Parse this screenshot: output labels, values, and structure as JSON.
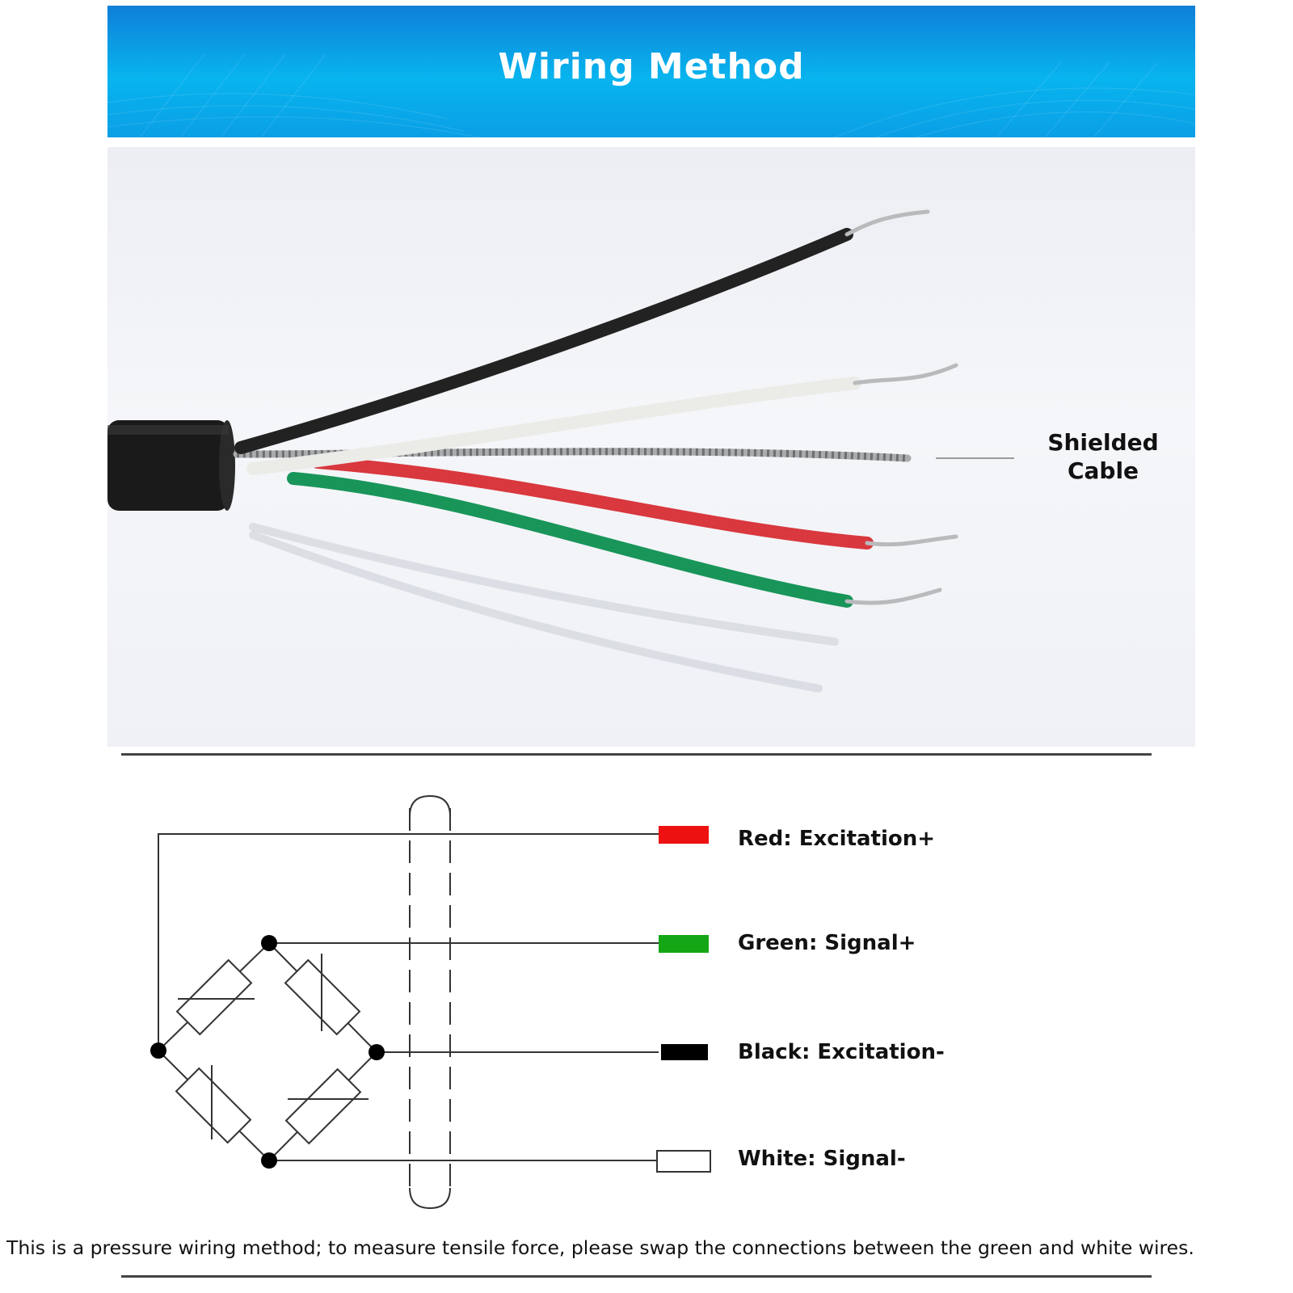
{
  "header": {
    "title": "Wiring Method",
    "color": "#08b4ee"
  },
  "photo": {
    "shield_label_line1": "Shielded",
    "shield_label_line2": "Cable"
  },
  "legend": {
    "items": [
      {
        "label": "Red: Excitation+",
        "color": "#ee1111"
      },
      {
        "label": "Green: Signal+",
        "color": "#15a615"
      },
      {
        "label": "Black: Excitation-",
        "color": "#000000"
      },
      {
        "label": "White: Signal-",
        "color": "#ffffff"
      }
    ]
  },
  "footer": {
    "note": "This is a pressure wiring method; to measure tensile force, please swap the connections between the green and white wires."
  }
}
